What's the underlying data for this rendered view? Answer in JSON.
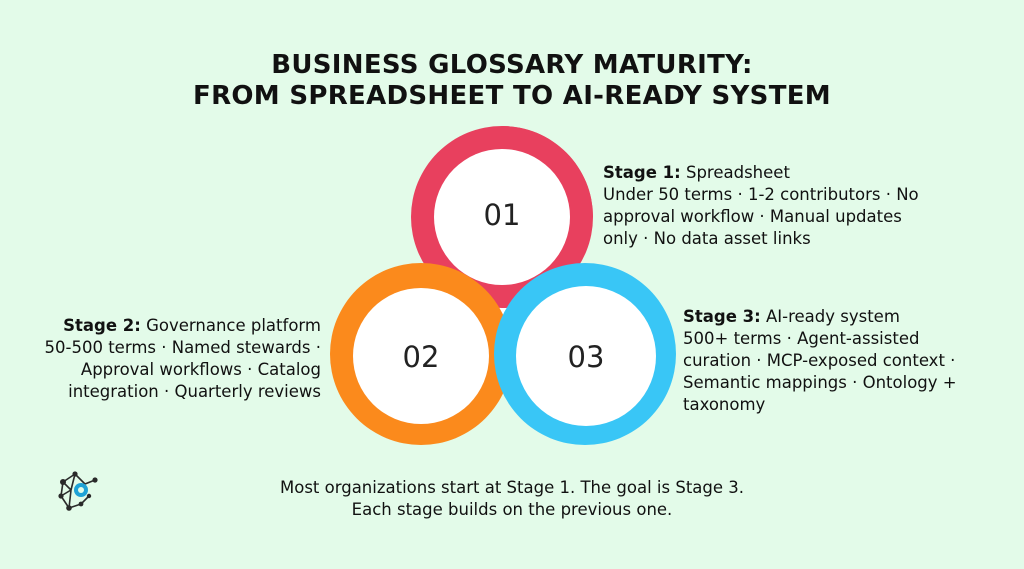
{
  "title": {
    "line1": "BUSINESS GLOSSARY MATURITY:",
    "line2": "FROM SPREADSHEET TO AI-READY SYSTEM"
  },
  "stages": [
    {
      "number": "01",
      "label": "Stage 1:",
      "name": "Spreadsheet",
      "lines": [
        "Under 50 terms · 1-2 contributors · No",
        "approval workflow · Manual updates",
        "only · No data asset links"
      ],
      "color": "#e8405e"
    },
    {
      "number": "02",
      "label": "Stage 2:",
      "name": "Governance platform",
      "lines": [
        "50-500 terms · Named stewards ·",
        "Approval workflows · Catalog",
        "integration · Quarterly reviews"
      ],
      "color": "#fb8a1c"
    },
    {
      "number": "03",
      "label": "Stage 3:",
      "name": "AI-ready system",
      "lines": [
        "500+ terms · Agent-assisted",
        "curation · MCP-exposed context ·",
        "Semantic mappings · Ontology +",
        "taxonomy"
      ],
      "color": "#39c6f6"
    }
  ],
  "footer": {
    "line1": "Most organizations start at Stage 1. The goal is Stage 3.",
    "line2": "Each stage builds on the previous one."
  },
  "logo": {
    "icon": "network-logo-icon",
    "accent": "#1fa2d6"
  }
}
